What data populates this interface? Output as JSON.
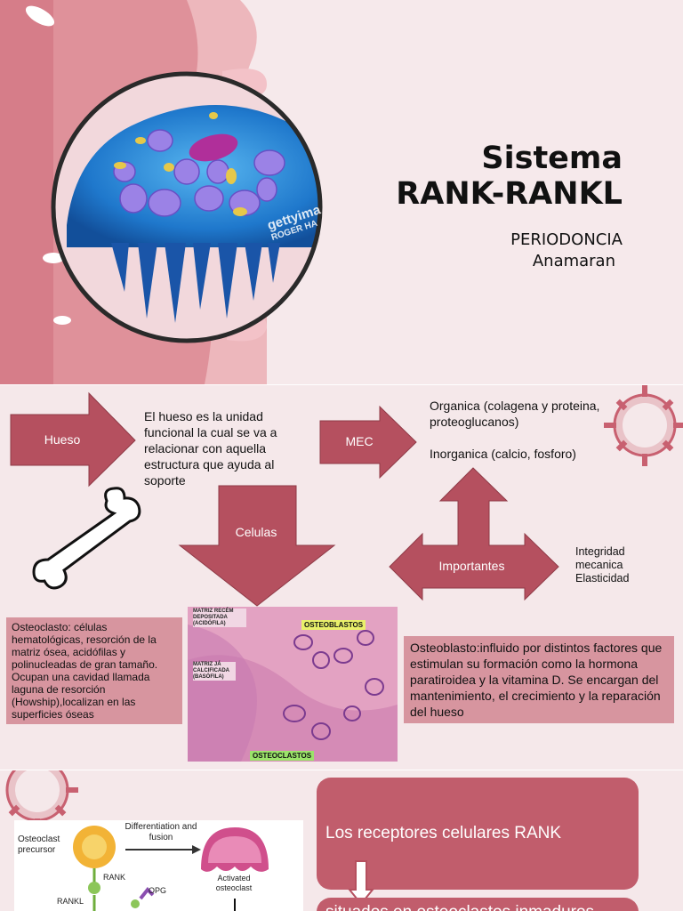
{
  "slide1": {
    "title_line1": "Sistema",
    "title_line2": "RANK-RANKL",
    "subtitle": "PERIODONCIA",
    "author": "Anamaran",
    "image_watermark_line1": "gettyima",
    "image_watermark_line2": "ROGER HA"
  },
  "slide2": {
    "hueso_label": "Hueso",
    "hueso_text": "El hueso es la unidad funcional la cual se va a relacionar con aquella estructura que ayuda al soporte",
    "mec_label": "MEC",
    "mec_organica": "Organica (colagena y proteina, proteoglucanos)",
    "mec_inorganica": "Inorganica (calcio, fosforo)",
    "celulas_label": "Celulas",
    "importantes_label": "Importantes",
    "importantes_list": [
      "Integridad",
      "mecanica",
      "Elasticidad"
    ],
    "osteoclasto_text": "Osteoclasto:  células hematológicas,  resorción de la matriz ósea, acidófilas y polinucleadas de gran tamaño. Ocupan una cavidad llamada laguna de resorción (Howship),localizan en las superficies óseas",
    "osteoblasto_text": "Osteoblasto:influido por distintos factores que estimulan su formación como la hormona paratiroidea y la vitamina D. Se encargan del mantenimiento, el crecimiento y la reparación del hueso",
    "micro_labels": {
      "matriz_recem": "MATRIZ RECÉM DEPOSITADA (ACIDÓFILA)",
      "matriz_ja": "MATRIZ JÁ CALCIFICADA (BASÓFILA)",
      "osteoblastos": "OSTEOBLASTOS",
      "osteoclastos": "OSTEOCLASTOS"
    }
  },
  "slide3": {
    "diagram": {
      "precursor": "Osteoclast precursor",
      "differentiation": "Differentiation and fusion",
      "rank": "RANK",
      "opg": "OPG",
      "rankl": "RANKL",
      "activated": "Activated osteoclast"
    },
    "card1_text": "Los receptores celulares RANK",
    "card2_text": "situados en osteoclastos inmaduros"
  },
  "colors": {
    "arrow_fill": "#b5505f",
    "pink_box": "#d7959f",
    "card": "#c15d6c",
    "cell_blue": "#2a86d8"
  }
}
